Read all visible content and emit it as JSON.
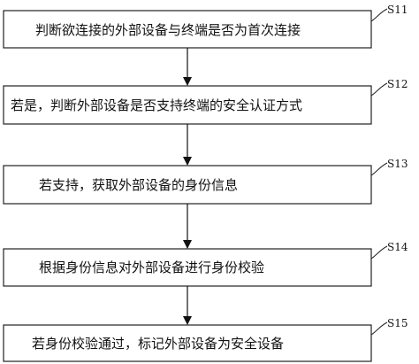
{
  "flowchart": {
    "steps": [
      {
        "label": "S11",
        "text": "判断欲连接的外部设备与终端是否为首次连接"
      },
      {
        "label": "S12",
        "text": "若是，判断外部设备是否支持终端的安全认证方式"
      },
      {
        "label": "S13",
        "text": "若支持，获取外部设备的身份信息"
      },
      {
        "label": "S14",
        "text": "根据身份信息对外部设备进行身份校验"
      },
      {
        "label": "S15",
        "text": "若身份校验通过，标记外部设备为安全设备"
      }
    ]
  }
}
